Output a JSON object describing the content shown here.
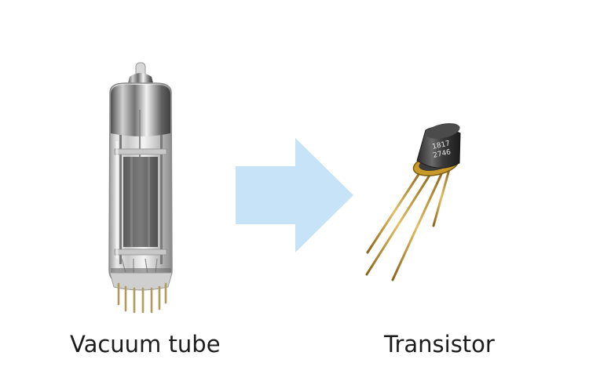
{
  "items": [
    {
      "id": "vacuum-tube",
      "label": "Vacuum tube"
    },
    {
      "id": "transistor",
      "label": "Transistor"
    }
  ],
  "arrow": {
    "color": "#c6e3f7",
    "direction": "right"
  },
  "colors": {
    "background": "#ffffff",
    "text": "#1c1c1c",
    "gold_leads": "#b08a2e",
    "tube_metal": "#8e8e8e"
  }
}
